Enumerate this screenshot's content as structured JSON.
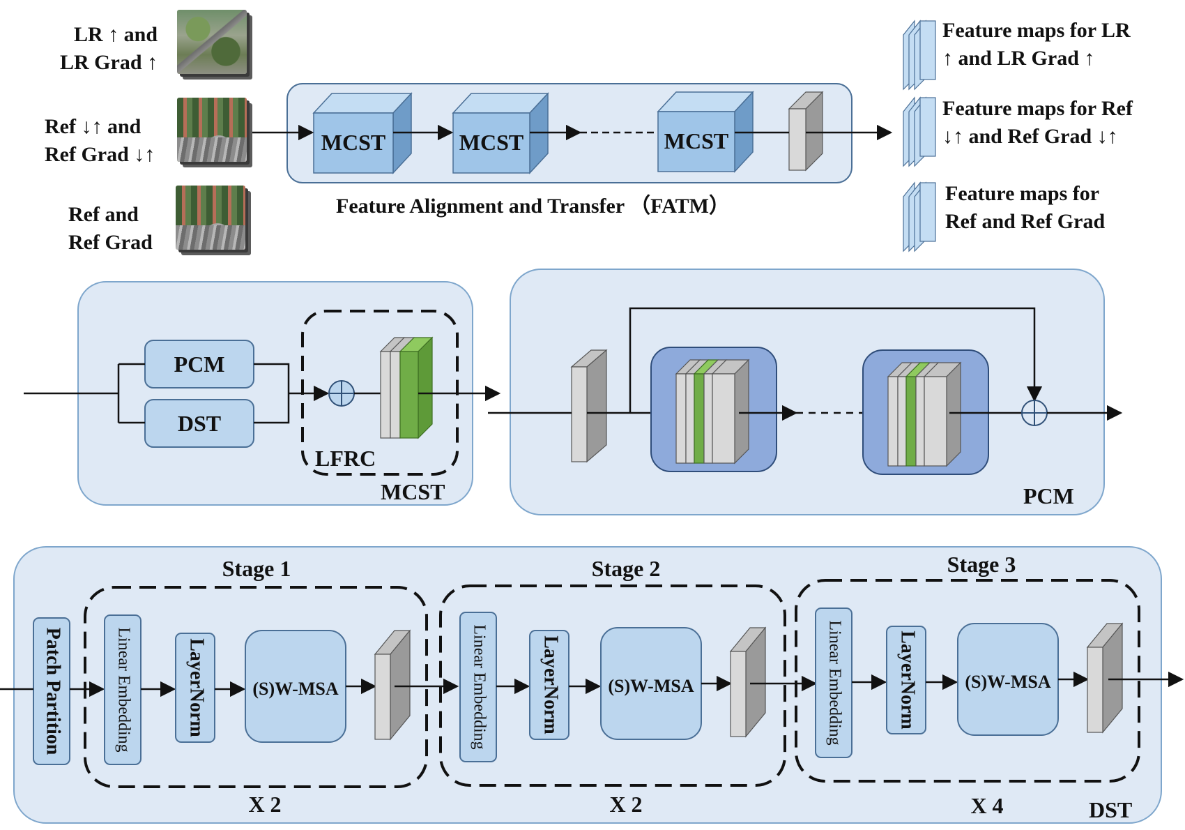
{
  "inputs": {
    "lr": [
      "LR ↑ and",
      "LR Grad ↑"
    ],
    "ref_down_up": [
      "Ref ↓↑ and",
      "Ref Grad ↓↑"
    ],
    "ref": [
      "Ref and",
      "Ref Grad"
    ]
  },
  "fatm": {
    "block_label": "MCST",
    "caption": "Feature Alignment and Transfer （FATM）"
  },
  "outputs": {
    "lr": [
      "Feature maps for LR",
      "↑ and LR Grad ↑"
    ],
    "ref_down_up": [
      "Feature maps for Ref",
      "↓↑ and Ref Grad ↓↑"
    ],
    "ref": [
      "Feature maps for",
      "Ref and Ref Grad"
    ]
  },
  "mcst": {
    "pcm_label": "PCM",
    "dst_label": "DST",
    "lfrc_label": "LFRC",
    "title": "MCST"
  },
  "pcm_detail": {
    "title": "PCM"
  },
  "dst_detail": {
    "title": "DST",
    "patch_partition": "Patch Partition",
    "stages": [
      {
        "name": "Stage 1",
        "repeat": "X 2"
      },
      {
        "name": "Stage 2",
        "repeat": "X 2"
      },
      {
        "name": "Stage 3",
        "repeat": "X 4"
      }
    ],
    "linear_embedding": "Linear Embedding",
    "layer_norm": "LayerNorm",
    "wmsa": "(S)W-MSA"
  },
  "colors": {
    "panel_fill": "#dfe9f5",
    "panel_stroke": "#7ea6cc",
    "box_fill": "#bcd6ee",
    "box_stroke": "#4a6f96",
    "cube_front": "#9fc5e8",
    "cube_top": "#c4ddf3",
    "cube_side": "#6f9cc8",
    "gray_side": "#9a9a9a",
    "gray_front": "#d9d9d9",
    "green": "#70ad47",
    "dark_panel": "#8eaadb"
  }
}
